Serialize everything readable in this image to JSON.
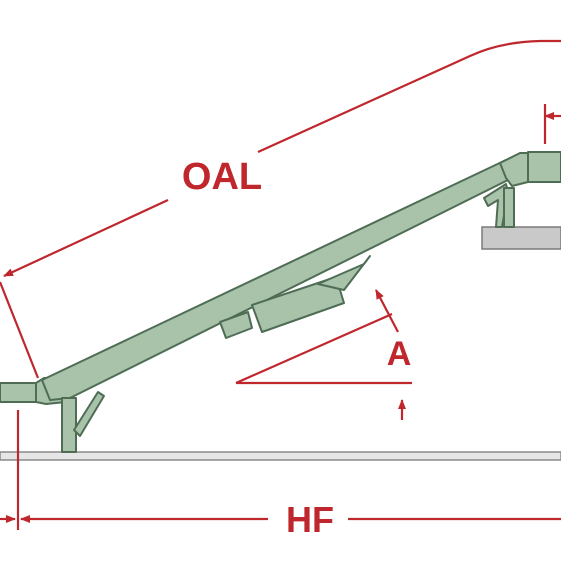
{
  "labels": {
    "oal": "OAL",
    "angle": "A",
    "hf": "HF"
  },
  "colors": {
    "conveyor_fill": "#a9c3ab",
    "conveyor_stroke": "#4f6d55",
    "dimension": "#c0272d",
    "floor_fill": "#e6e6e6",
    "floor_stroke": "#8a8a8a",
    "base_fill": "#c9c9c9",
    "base_stroke": "#7a7a7a"
  }
}
